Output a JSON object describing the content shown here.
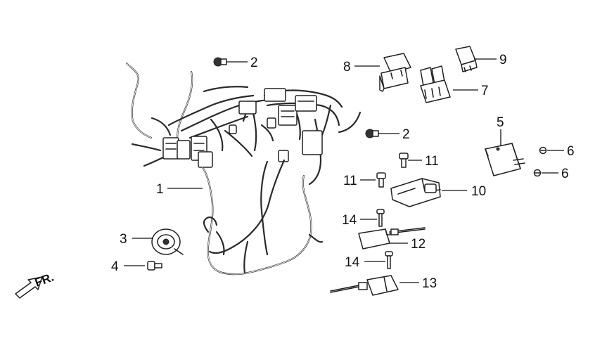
{
  "diagram": {
    "direction_label": "FR.",
    "callouts": [
      {
        "id": "c1",
        "label": "1"
      },
      {
        "id": "c2a",
        "label": "2"
      },
      {
        "id": "c2b",
        "label": "2"
      },
      {
        "id": "c3",
        "label": "3"
      },
      {
        "id": "c4",
        "label": "4"
      },
      {
        "id": "c5",
        "label": "5"
      },
      {
        "id": "c6a",
        "label": "6"
      },
      {
        "id": "c6b",
        "label": "6"
      },
      {
        "id": "c7",
        "label": "7"
      },
      {
        "id": "c8",
        "label": "8"
      },
      {
        "id": "c9",
        "label": "9"
      },
      {
        "id": "c10",
        "label": "10"
      },
      {
        "id": "c11a",
        "label": "11"
      },
      {
        "id": "c11b",
        "label": "11"
      },
      {
        "id": "c12",
        "label": "12"
      },
      {
        "id": "c13",
        "label": "13"
      },
      {
        "id": "c14a",
        "label": "14"
      },
      {
        "id": "c14b",
        "label": "14"
      }
    ]
  }
}
